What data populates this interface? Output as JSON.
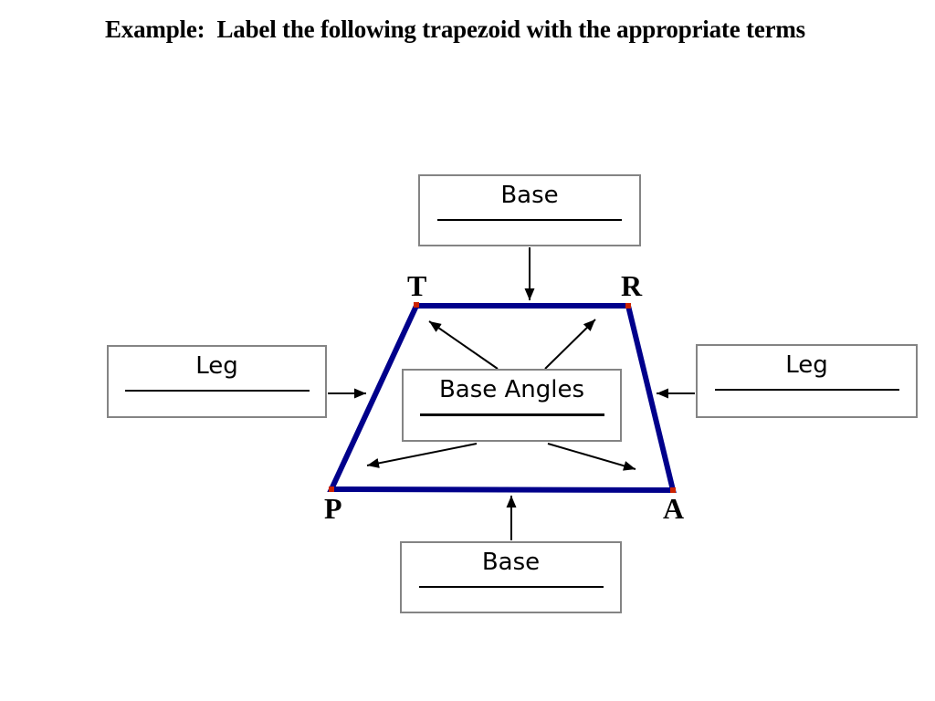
{
  "title": "Example:  Label the following trapezoid with the appropriate terms",
  "boxes": {
    "top_base": {
      "label": "Base"
    },
    "left_leg": {
      "label": "Leg"
    },
    "right_leg": {
      "label": "Leg"
    },
    "base_angles": {
      "label": "Base Angles"
    },
    "bottom_base": {
      "label": "Base"
    }
  },
  "vertices": {
    "top_left": "T",
    "top_right": "R",
    "bottom_left": "P",
    "bottom_right": "A"
  },
  "colors": {
    "trapezoid_edge": "#00008B",
    "vertex_dot": "#CC2200",
    "box_border": "#848484",
    "arrow": "#000000",
    "underline": "#000000",
    "text": "#000000"
  }
}
